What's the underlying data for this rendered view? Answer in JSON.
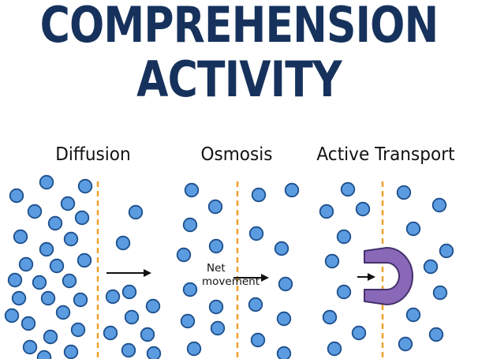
{
  "title": {
    "line1": "COMPREHENSION",
    "line2": "ACTIVITY"
  },
  "panels": [
    {
      "label": "Diffusion"
    },
    {
      "label": "Osmosis",
      "annotation_line1": "Net",
      "annotation_line2": "movement"
    },
    {
      "label": "Active Transport"
    }
  ],
  "icons": {
    "membrane": "dashed-line",
    "arrow": "right-arrow-icon",
    "carrier": "carrier-protein-icon"
  },
  "colors": {
    "title": "#16325c",
    "particle_fill": "#5b9be0",
    "particle_stroke": "#1d4f8c",
    "membrane": "#f0a030",
    "carrier": "#8a68b8",
    "carrier_stroke": "#43306b"
  }
}
